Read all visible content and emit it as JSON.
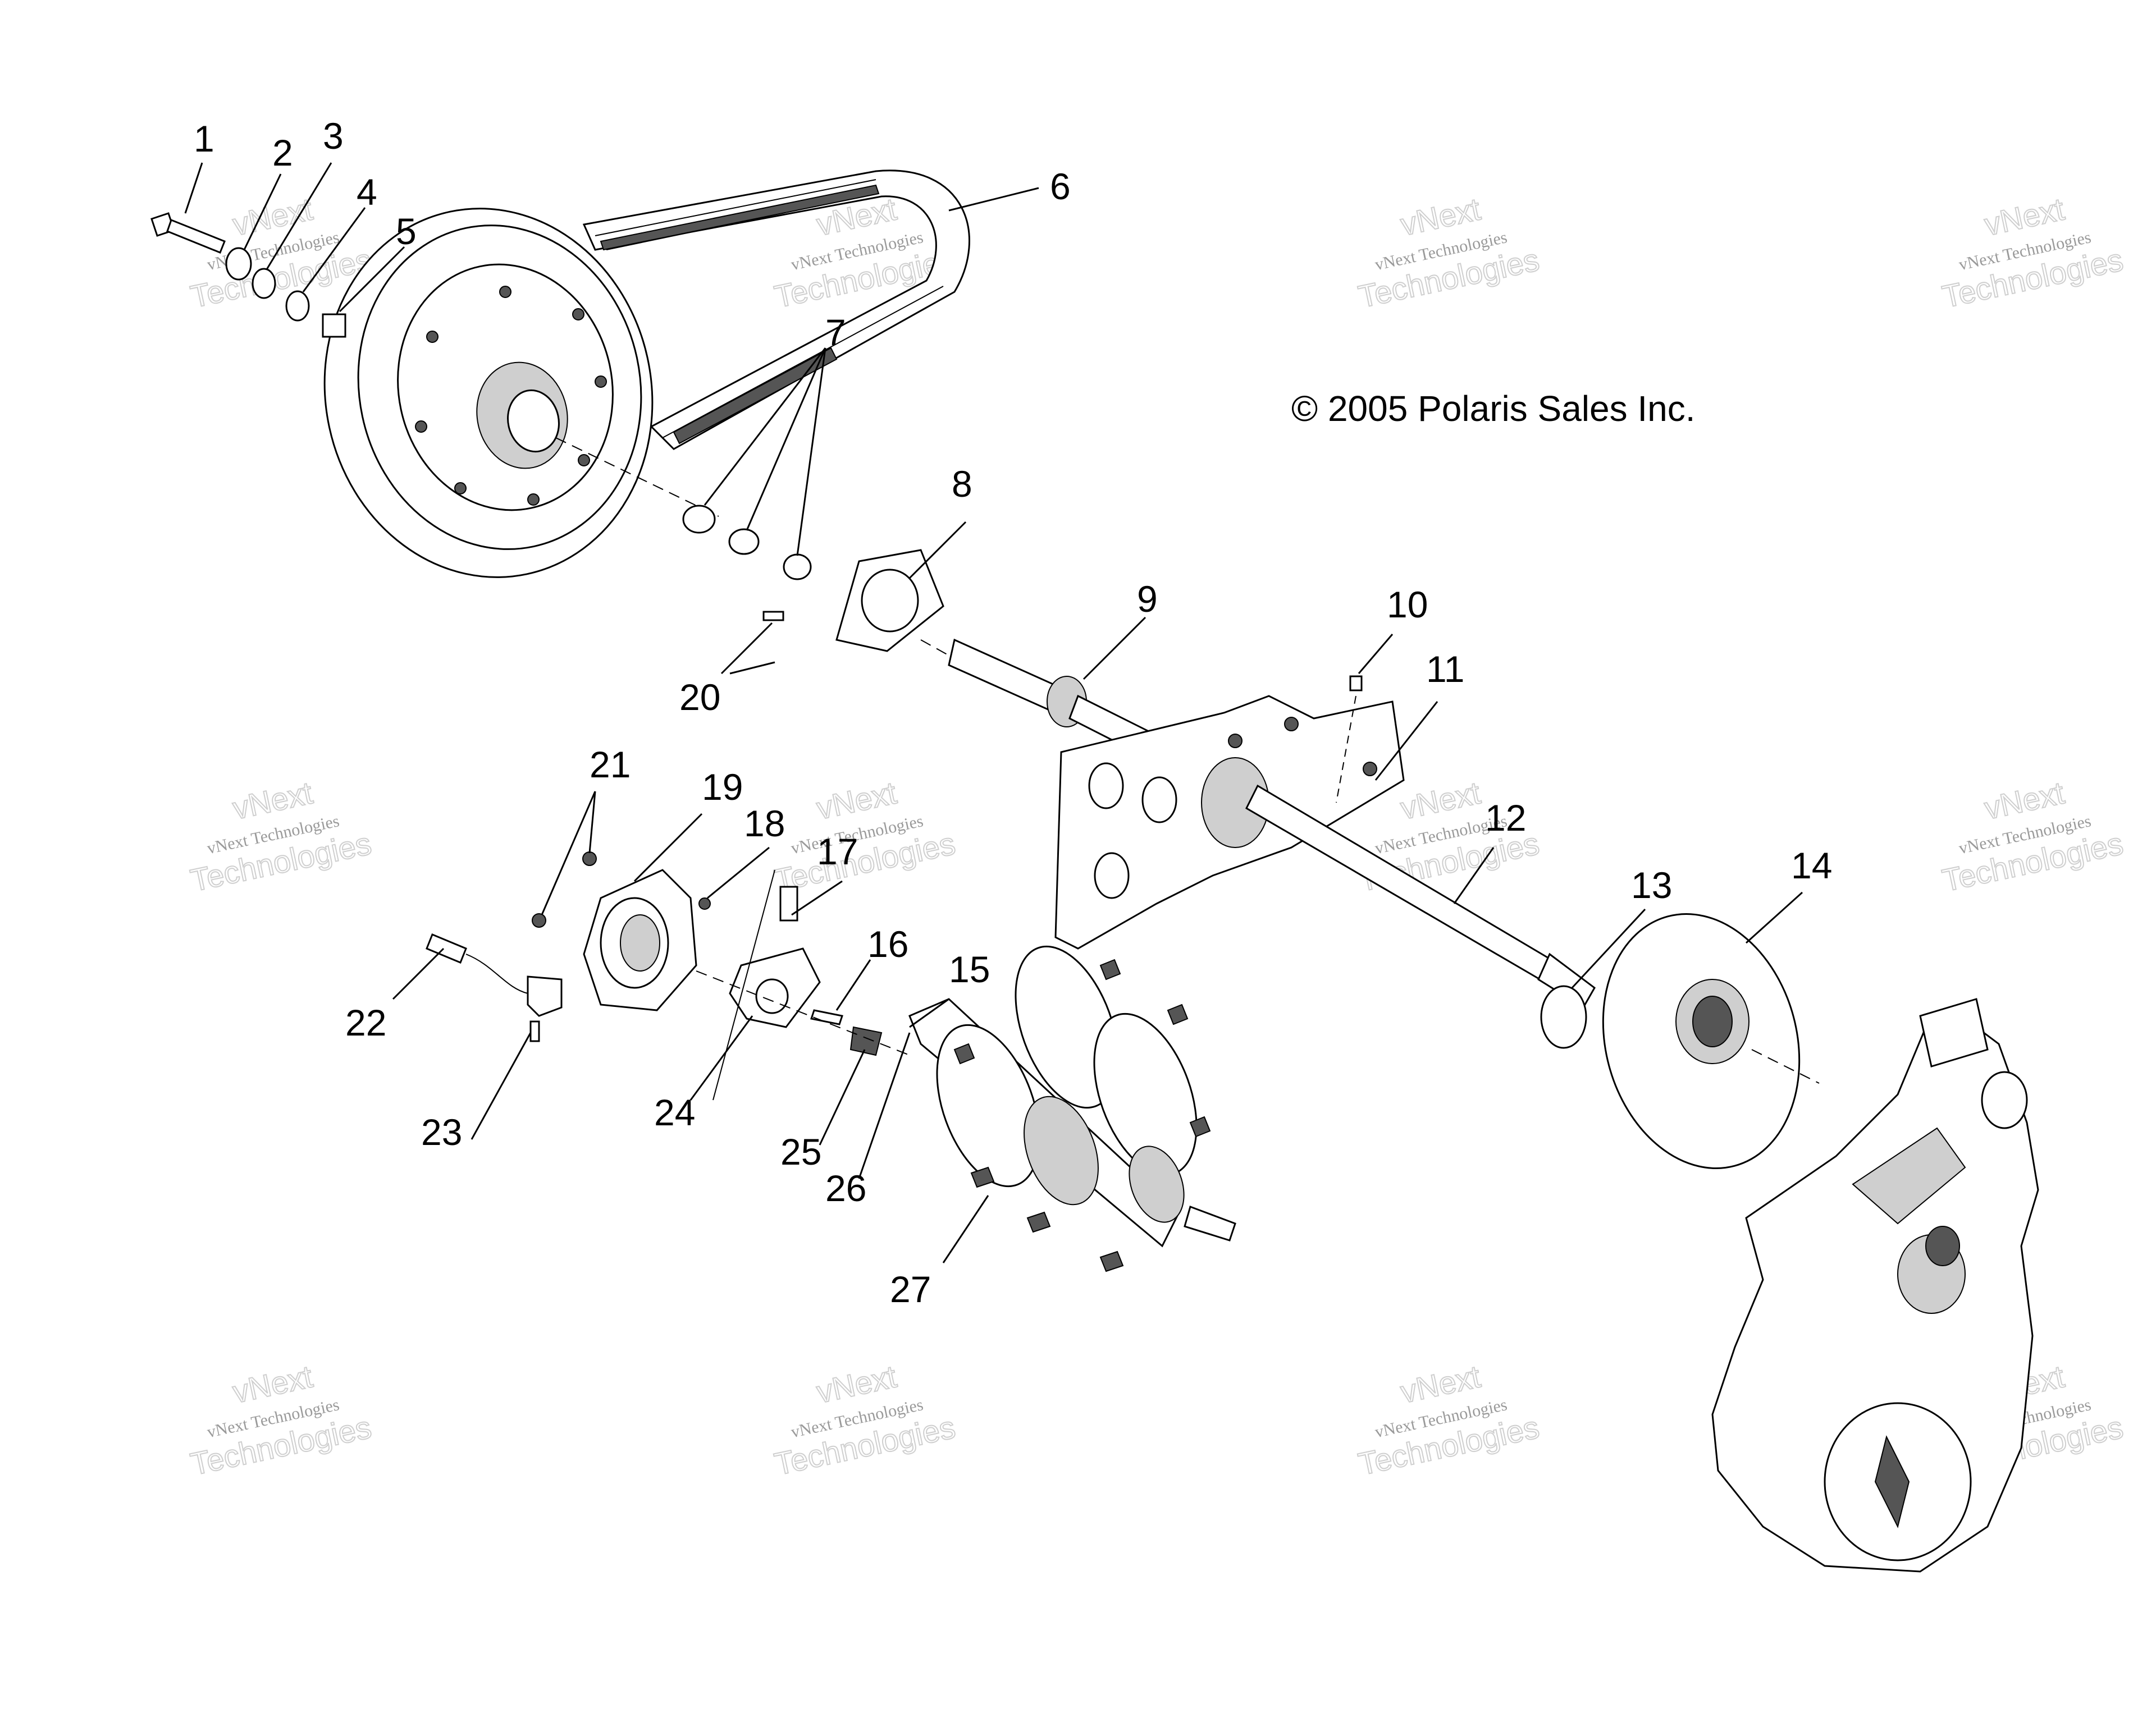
{
  "copyright": "© 2005 Polaris Sales Inc.",
  "watermark": {
    "line1": "vNext",
    "line2": "vNext Technologies",
    "line3": "Technologies"
  },
  "callouts": {
    "n1": "1",
    "n2": "2",
    "n3": "3",
    "n4": "4",
    "n5": "5",
    "n6": "6",
    "n7": "7",
    "n8": "8",
    "n9": "9",
    "n10": "10",
    "n11": "11",
    "n12": "12",
    "n13": "13",
    "n14": "14",
    "n15": "15",
    "n16": "16",
    "n17": "17",
    "n18": "18",
    "n19": "19",
    "n20": "20",
    "n21": "21",
    "n22": "22",
    "n23": "23",
    "n24": "24",
    "n25": "25",
    "n26": "26",
    "n27": "27"
  }
}
